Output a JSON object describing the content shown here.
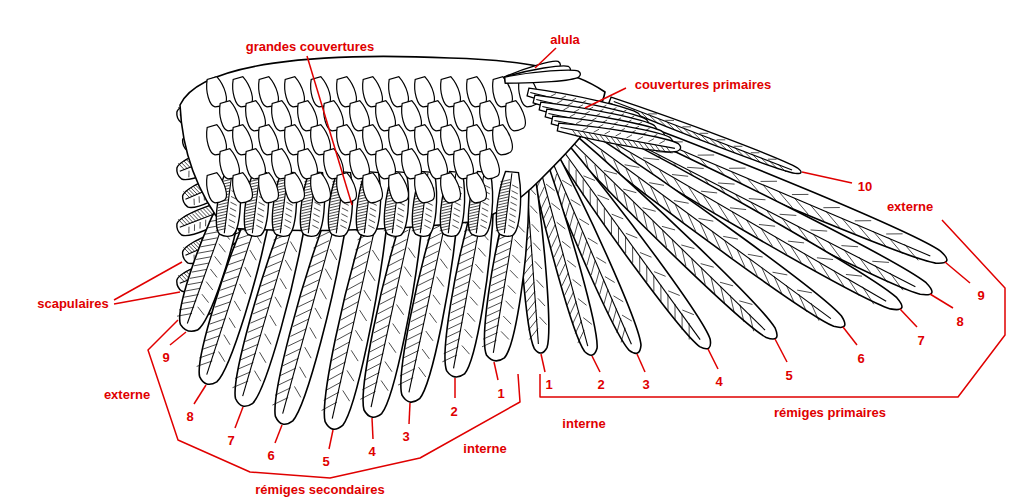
{
  "diagram": {
    "labels": [
      "grandes couvertures",
      "alula",
      "couvertures primaires",
      "10",
      "externe",
      "9",
      "8",
      "7",
      "6",
      "5",
      "4",
      "3",
      "2",
      "1",
      "interne",
      "rémiges primaires",
      "scapulaires",
      "9",
      "externe",
      "8",
      "7",
      "6",
      "5",
      "4",
      "3",
      "2",
      "1",
      "interne",
      "rémiges secondaires"
    ]
  }
}
